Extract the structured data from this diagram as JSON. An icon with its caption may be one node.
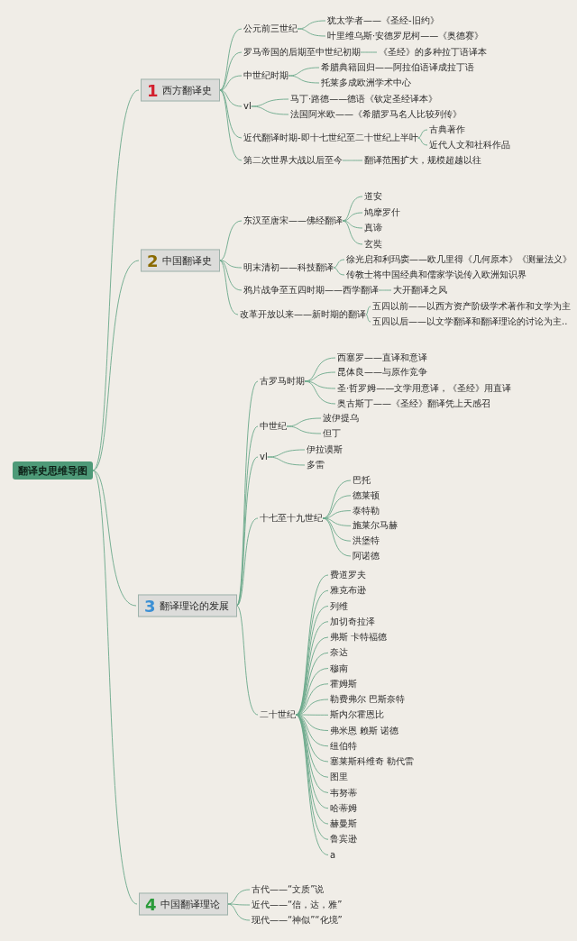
{
  "diagram": {
    "nodes": [
      {
        "text": [
          "翻译史思维导图"
        ]
      },
      {
        "text": [
          "1",
          "西方翻译史"
        ]
      },
      {
        "text": [
          "公元前三世纪"
        ]
      },
      {
        "text": [
          "犹太学者——《圣经-旧约》"
        ]
      },
      {
        "text": [
          "叶里维乌斯·安德罗尼柯——《奥德赛》"
        ]
      },
      {
        "text": [
          "罗马帝国的后期至中世纪初期"
        ]
      },
      {
        "text": [
          "《圣经》的多种拉丁语译本"
        ]
      },
      {
        "text": [
          "中世纪时期"
        ]
      },
      {
        "text": [
          "希腊典籍回归——阿拉伯语译成拉丁语"
        ]
      },
      {
        "text": [
          "托莱多成欧洲学术中心"
        ]
      },
      {
        "text": [
          "vl"
        ]
      },
      {
        "text": [
          "马丁·路德——德语《钦定圣经译本》"
        ]
      },
      {
        "text": [
          "法国阿米欧——《希腊罗马名人比较列传》"
        ]
      },
      {
        "text": [
          "近代翻译时期-即十七世纪至二十世纪上半叶"
        ]
      },
      {
        "text": [
          "古典著作"
        ]
      },
      {
        "text": [
          "近代人文和社科作品"
        ]
      },
      {
        "text": [
          "第二次世界大战以后至今"
        ]
      },
      {
        "text": [
          "翻译范围扩大，规模超越以往"
        ]
      },
      {
        "text": [
          "2",
          "中国翻译史"
        ]
      },
      {
        "text": [
          "东汉至唐宋——佛经翻译"
        ]
      },
      {
        "text": [
          "道安"
        ]
      },
      {
        "text": [
          "鸠摩罗什"
        ]
      },
      {
        "text": [
          "真谛"
        ]
      },
      {
        "text": [
          "玄奘"
        ]
      },
      {
        "text": [
          "明末清初——科技翻译"
        ]
      },
      {
        "text": [
          "徐光启和利玛窦——欧几里得《几何原本》《测量法义》"
        ]
      },
      {
        "text": [
          "传教士将中国经典和儒家学说传入欧洲知识界"
        ]
      },
      {
        "text": [
          "鸦片战争至五四时期——西学翻译"
        ]
      },
      {
        "text": [
          "大开翻译之风"
        ]
      },
      {
        "text": [
          "改革开放以来——新时期的翻译"
        ]
      },
      {
        "text": [
          "五四以前——以西方资产阶级学术著作和文学为主"
        ]
      },
      {
        "text": [
          "五四以后——以文学翻译和翻译理论的讨论为主.."
        ]
      },
      {
        "text": [
          "3",
          "翻译理论的发展"
        ]
      },
      {
        "text": [
          "古罗马时期"
        ]
      },
      {
        "text": [
          "西塞罗——直译和意译"
        ]
      },
      {
        "text": [
          "昆体良——与原作竞争"
        ]
      },
      {
        "text": [
          "圣·哲罗姆——文学用意译，《圣经》用直译"
        ]
      },
      {
        "text": [
          "奥古斯丁——《圣经》翻译凭上天感召"
        ]
      },
      {
        "text": [
          "中世纪"
        ]
      },
      {
        "text": [
          "波伊提乌"
        ]
      },
      {
        "text": [
          "但丁"
        ]
      },
      {
        "text": [
          "vl"
        ]
      },
      {
        "text": [
          "伊拉谟斯"
        ]
      },
      {
        "text": [
          "多雷"
        ]
      },
      {
        "text": [
          "十七至十九世纪"
        ]
      },
      {
        "text": [
          "巴托"
        ]
      },
      {
        "text": [
          "德莱顿"
        ]
      },
      {
        "text": [
          "泰特勒"
        ]
      },
      {
        "text": [
          "施莱尔马赫"
        ]
      },
      {
        "text": [
          "洪堡特"
        ]
      },
      {
        "text": [
          "阿诺德"
        ]
      },
      {
        "text": [
          "二十世纪"
        ]
      },
      {
        "text": [
          "费道罗夫"
        ]
      },
      {
        "text": [
          "雅克布逊"
        ]
      },
      {
        "text": [
          "列维"
        ]
      },
      {
        "text": [
          "加切奇拉泽"
        ]
      },
      {
        "text": [
          "弗斯 卡特福德"
        ]
      },
      {
        "text": [
          "奈达"
        ]
      },
      {
        "text": [
          "穆南"
        ]
      },
      {
        "text": [
          "霍姆斯"
        ]
      },
      {
        "text": [
          "勒费弗尔 巴斯奈特"
        ]
      },
      {
        "text": [
          "斯内尔霍恩比"
        ]
      },
      {
        "text": [
          "弗米恩 赖斯 诺德"
        ]
      },
      {
        "text": [
          "纽伯特"
        ]
      },
      {
        "text": [
          "塞莱斯科维奇 勒代雷"
        ]
      },
      {
        "text": [
          "图里"
        ]
      },
      {
        "text": [
          "韦努蒂"
        ]
      },
      {
        "text": [
          "哈蒂姆"
        ]
      },
      {
        "text": [
          "赫曼斯"
        ]
      },
      {
        "text": [
          "鲁宾逊"
        ]
      },
      {
        "text": [
          "a"
        ]
      },
      {
        "text": [
          "4",
          "中国翻译理论"
        ]
      },
      {
        "text": [
          "古代——“文质”说"
        ]
      },
      {
        "text": [
          "近代——“信，达，雅”"
        ]
      },
      {
        "text": [
          "现代——“神似”“化境”"
        ]
      }
    ],
    "edges": [
      {
        "from": 0,
        "to": 1,
        "arrow": "none"
      },
      {
        "from": 0,
        "to": 18,
        "arrow": "none"
      },
      {
        "from": 0,
        "to": 32,
        "arrow": "none"
      },
      {
        "from": 0,
        "to": 71,
        "arrow": "none"
      },
      {
        "from": 1,
        "to": 2,
        "arrow": "none"
      },
      {
        "from": 2,
        "to": 3,
        "arrow": "none"
      },
      {
        "from": 2,
        "to": 4,
        "arrow": "none"
      },
      {
        "from": 1,
        "to": 5,
        "arrow": "none"
      },
      {
        "from": 5,
        "to": 6,
        "arrow": "none"
      },
      {
        "from": 1,
        "to": 7,
        "arrow": "none"
      },
      {
        "from": 7,
        "to": 8,
        "arrow": "none"
      },
      {
        "from": 7,
        "to": 9,
        "arrow": "none"
      },
      {
        "from": 1,
        "to": 10,
        "arrow": "none"
      },
      {
        "from": 10,
        "to": 11,
        "arrow": "none"
      },
      {
        "from": 10,
        "to": 12,
        "arrow": "none"
      },
      {
        "from": 1,
        "to": 13,
        "arrow": "none"
      },
      {
        "from": 13,
        "to": 14,
        "arrow": "none"
      },
      {
        "from": 13,
        "to": 15,
        "arrow": "none"
      },
      {
        "from": 1,
        "to": 16,
        "arrow": "none"
      },
      {
        "from": 16,
        "to": 17,
        "arrow": "none"
      },
      {
        "from": 18,
        "to": 19,
        "arrow": "none"
      },
      {
        "from": 19,
        "to": 20,
        "arrow": "none"
      },
      {
        "from": 19,
        "to": 21,
        "arrow": "none"
      },
      {
        "from": 19,
        "to": 22,
        "arrow": "none"
      },
      {
        "from": 19,
        "to": 23,
        "arrow": "none"
      },
      {
        "from": 18,
        "to": 24,
        "arrow": "none"
      },
      {
        "from": 24,
        "to": 25,
        "arrow": "none"
      },
      {
        "from": 24,
        "to": 26,
        "arrow": "none"
      },
      {
        "from": 18,
        "to": 27,
        "arrow": "none"
      },
      {
        "from": 27,
        "to": 28,
        "arrow": "none"
      },
      {
        "from": 18,
        "to": 29,
        "arrow": "none"
      },
      {
        "from": 29,
        "to": 30,
        "arrow": "none"
      },
      {
        "from": 29,
        "to": 31,
        "arrow": "none"
      },
      {
        "from": 32,
        "to": 33,
        "arrow": "none"
      },
      {
        "from": 33,
        "to": 34,
        "arrow": "none"
      },
      {
        "from": 33,
        "to": 35,
        "arrow": "none"
      },
      {
        "from": 33,
        "to": 36,
        "arrow": "none"
      },
      {
        "from": 33,
        "to": 37,
        "arrow": "none"
      },
      {
        "from": 32,
        "to": 38,
        "arrow": "none"
      },
      {
        "from": 38,
        "to": 39,
        "arrow": "none"
      },
      {
        "from": 38,
        "to": 40,
        "arrow": "none"
      },
      {
        "from": 32,
        "to": 41,
        "arrow": "none"
      },
      {
        "from": 41,
        "to": 42,
        "arrow": "none"
      },
      {
        "from": 41,
        "to": 43,
        "arrow": "none"
      },
      {
        "from": 32,
        "to": 44,
        "arrow": "none"
      },
      {
        "from": 44,
        "to": 45,
        "arrow": "none"
      },
      {
        "from": 44,
        "to": 46,
        "arrow": "none"
      },
      {
        "from": 44,
        "to": 47,
        "arrow": "none"
      },
      {
        "from": 44,
        "to": 48,
        "arrow": "none"
      },
      {
        "from": 44,
        "to": 49,
        "arrow": "none"
      },
      {
        "from": 44,
        "to": 50,
        "arrow": "none"
      },
      {
        "from": 32,
        "to": 51,
        "arrow": "none"
      },
      {
        "from": 51,
        "to": 52,
        "arrow": "none"
      },
      {
        "from": 51,
        "to": 53,
        "arrow": "none"
      },
      {
        "from": 51,
        "to": 54,
        "arrow": "none"
      },
      {
        "from": 51,
        "to": 55,
        "arrow": "none"
      },
      {
        "from": 51,
        "to": 56,
        "arrow": "none"
      },
      {
        "from": 51,
        "to": 57,
        "arrow": "none"
      },
      {
        "from": 51,
        "to": 58,
        "arrow": "none"
      },
      {
        "from": 51,
        "to": 59,
        "arrow": "none"
      },
      {
        "from": 51,
        "to": 60,
        "arrow": "none"
      },
      {
        "from": 51,
        "to": 61,
        "arrow": "none"
      },
      {
        "from": 51,
        "to": 62,
        "arrow": "none"
      },
      {
        "from": 51,
        "to": 63,
        "arrow": "none"
      },
      {
        "from": 51,
        "to": 64,
        "arrow": "none"
      },
      {
        "from": 51,
        "to": 65,
        "arrow": "none"
      },
      {
        "from": 51,
        "to": 66,
        "arrow": "none"
      },
      {
        "from": 51,
        "to": 67,
        "arrow": "none"
      },
      {
        "from": 51,
        "to": 68,
        "arrow": "none"
      },
      {
        "from": 51,
        "to": 69,
        "arrow": "none"
      },
      {
        "from": 51,
        "to": 70,
        "arrow": "none"
      },
      {
        "from": 71,
        "to": 72,
        "arrow": "none"
      },
      {
        "from": 71,
        "to": 73,
        "arrow": "none"
      },
      {
        "from": 71,
        "to": 74,
        "arrow": "none"
      }
    ]
  }
}
